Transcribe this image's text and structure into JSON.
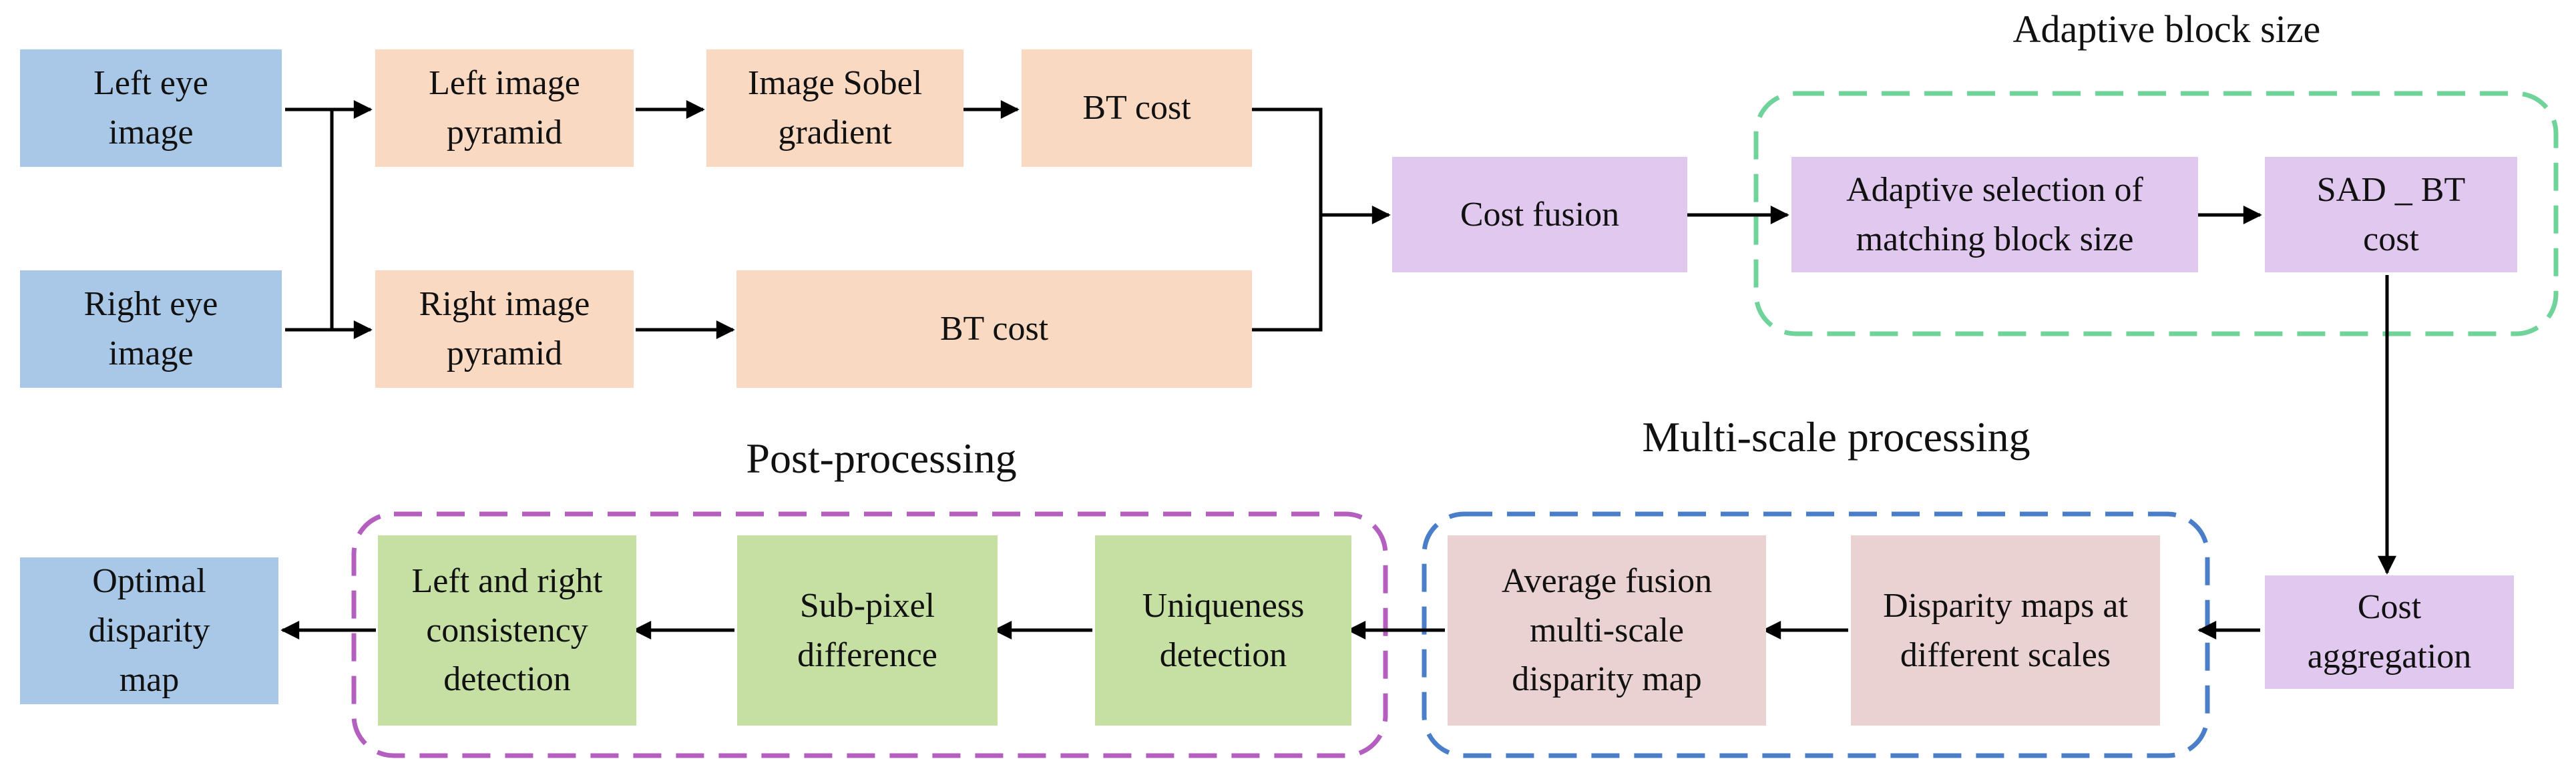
{
  "colors": {
    "input_output": "#a9c7e6",
    "pyramid_cost": "#fad9c2",
    "fusion_cost": "#e0c8ee",
    "multi_scale": "#ead2d2",
    "post_processing": "#c6e0a3",
    "group_adaptive": "#6fd39a",
    "group_multiscale": "#4a7ec9",
    "group_post": "#b45fbf"
  },
  "groups": {
    "adaptive": "Adaptive block size",
    "multiscale": "Multi-scale processing",
    "post": "Post-processing"
  },
  "nodes": {
    "left_eye": "Left eye image",
    "right_eye": "Right eye image",
    "left_pyramid": "Left image pyramid",
    "right_pyramid": "Right image pyramid",
    "sobel": "Image Sobel gradient",
    "bt_top": "BT cost",
    "bt_bottom": "BT cost",
    "cost_fusion": "Cost fusion",
    "adaptive_select": "Adaptive selection of matching block size",
    "sad_bt": "SAD _ BT cost",
    "cost_aggregation": "Cost aggregation",
    "disparity_scales": "Disparity maps at different scales",
    "avg_fusion": "Average fusion multi-scale disparity map",
    "uniqueness": "Uniqueness detection",
    "subpixel": "Sub-pixel difference",
    "lr_consistency": "Left and right consistency detection",
    "optimal": "Optimal disparity map"
  }
}
